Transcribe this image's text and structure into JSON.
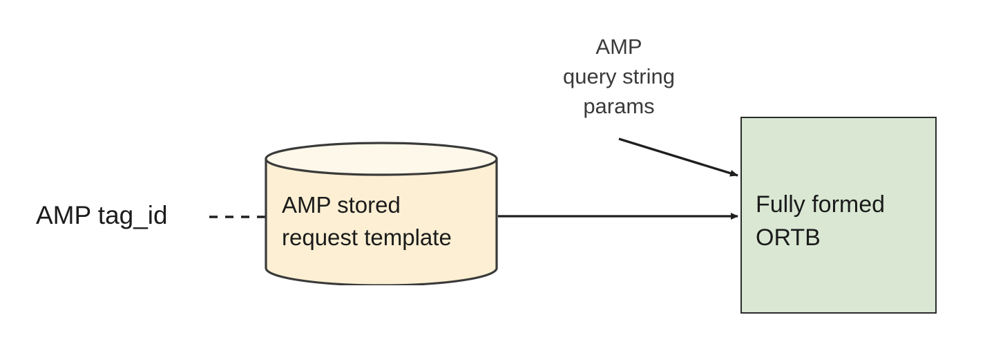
{
  "diagram": {
    "type": "flow-diagram",
    "background_color": "#ffffff",
    "nodes": [
      {
        "id": "amp-tag-id",
        "shape": "text",
        "label": "AMP tag_id",
        "text_color": "#1b1b1b"
      },
      {
        "id": "amp-stored-request-template",
        "shape": "cylinder",
        "label_line1": "AMP stored",
        "label_line2": "request template",
        "fill_color": "#fcefd3",
        "top_fill_color": "#fdf8e9",
        "stroke_color": "#3a3a3a"
      },
      {
        "id": "fully-formed-ortb",
        "shape": "rectangle",
        "label_line1": "Fully formed",
        "label_line2": "ORTB",
        "fill_color": "#d9e7d3",
        "stroke_color": "#2b2b2b"
      },
      {
        "id": "amp-query-string-params",
        "shape": "text",
        "label_line1": "AMP",
        "label_line2": "query string",
        "label_line3": "params",
        "text_color": "#3a3a3a"
      }
    ],
    "edges": [
      {
        "id": "tagid-to-template",
        "from": "amp-tag-id",
        "to": "amp-stored-request-template",
        "style": "dashed",
        "arrowhead": "none",
        "stroke_color": "#1f1f1f"
      },
      {
        "id": "template-to-ortb",
        "from": "amp-stored-request-template",
        "to": "fully-formed-ortb",
        "style": "solid",
        "arrowhead": "filled",
        "stroke_color": "#1f1f1f"
      },
      {
        "id": "params-to-ortb",
        "from": "amp-query-string-params",
        "to": "fully-formed-ortb",
        "style": "solid",
        "arrowhead": "filled",
        "stroke_color": "#1f1f1f"
      }
    ]
  }
}
